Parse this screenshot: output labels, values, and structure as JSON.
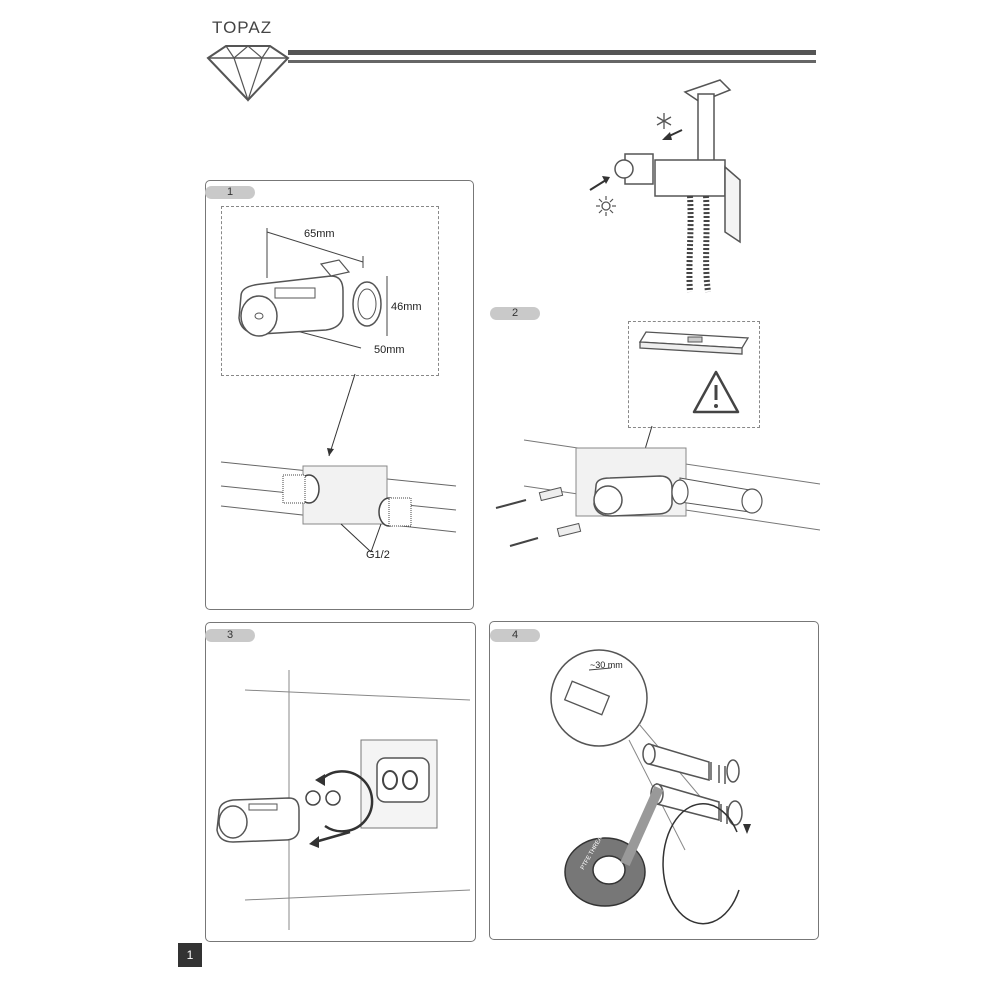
{
  "header": {
    "brand": "TOPAZ"
  },
  "step1": {
    "number": "1",
    "dim_width": "65mm",
    "dim_height": "46mm",
    "dim_depth": "50mm",
    "thread": "G1/2"
  },
  "step2": {
    "number": "2"
  },
  "step3": {
    "number": "3"
  },
  "step4": {
    "number": "4",
    "length": "~30 mm",
    "tape_text": "PTFE THREAD SEAL TAPE"
  },
  "footer": {
    "page_number": "1"
  },
  "icons": [
    "diamond-logo-icon",
    "snowflake-icon",
    "sun-icon",
    "warning-icon",
    "spirit-level-icon"
  ]
}
